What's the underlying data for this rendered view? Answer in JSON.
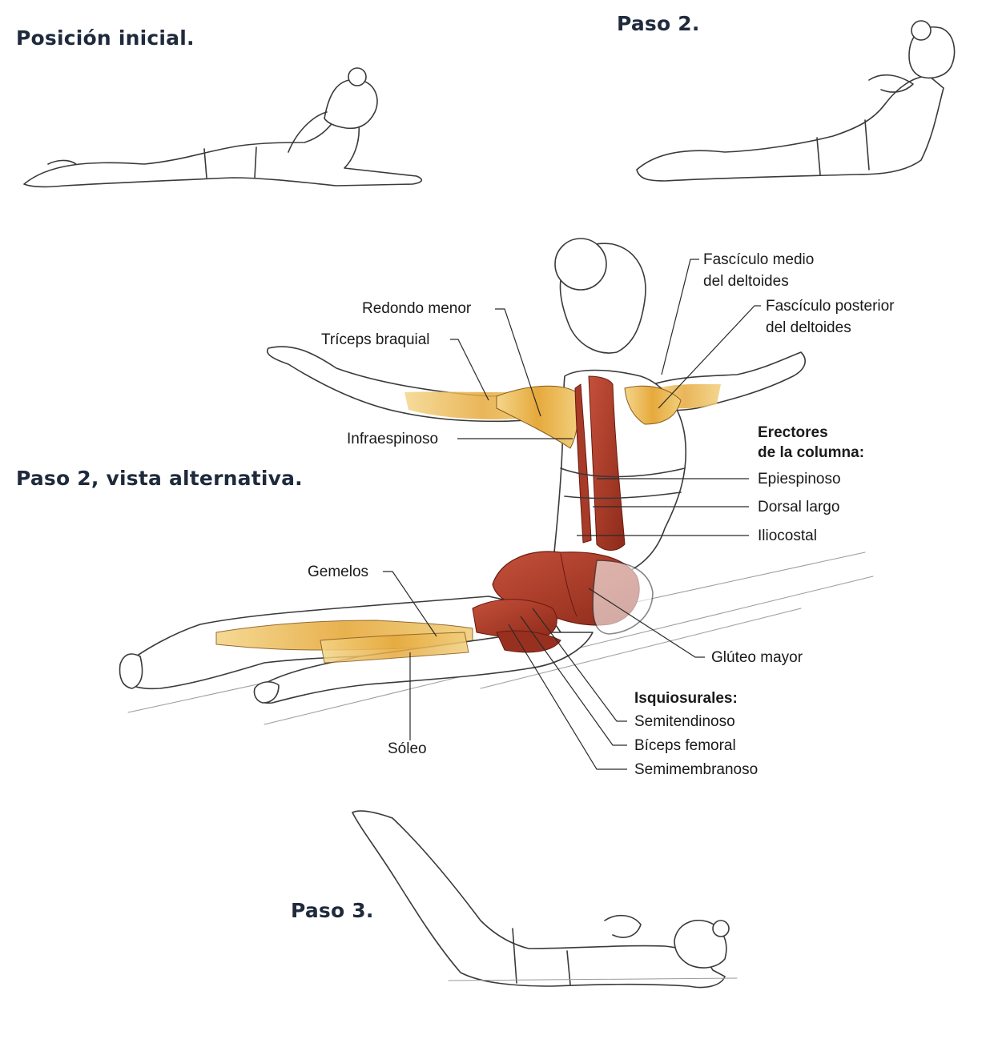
{
  "headings": {
    "initial": "Posición inicial.",
    "step2": "Paso 2.",
    "step2_alt": "Paso 2, vista alternativa.",
    "step3": "Paso 3."
  },
  "labels": {
    "deltoid_middle": [
      "Fascículo medio",
      "del deltoides"
    ],
    "deltoid_posterior": [
      "Fascículo posterior",
      "del deltoides"
    ],
    "teres_minor": "Redondo menor",
    "triceps": "Tríceps braquial",
    "infraspinatus": "Infraespinoso",
    "erectors_group": [
      "Erectores",
      "de la columna:"
    ],
    "spinalis": "Epiespinoso",
    "longissimus": "Dorsal largo",
    "iliocostalis": "Iliocostal",
    "gastrocnemius": "Gemelos",
    "gluteus_max": "Glúteo mayor",
    "hamstrings_group": "Isquiosurales:",
    "semitendinosus": "Semitendinoso",
    "biceps_femoris": "Bíceps femoral",
    "semimembranosus": "Semimembranoso",
    "soleus": "Sóleo"
  },
  "colors": {
    "muscle_red": "#b03a2a",
    "muscle_dark": "#7a1f14",
    "muscle_yellow": "#e8b24a",
    "muscle_yellow_light": "#f3d27e",
    "skin_outline": "#3a3a3a",
    "heading": "#1f2a3c"
  }
}
